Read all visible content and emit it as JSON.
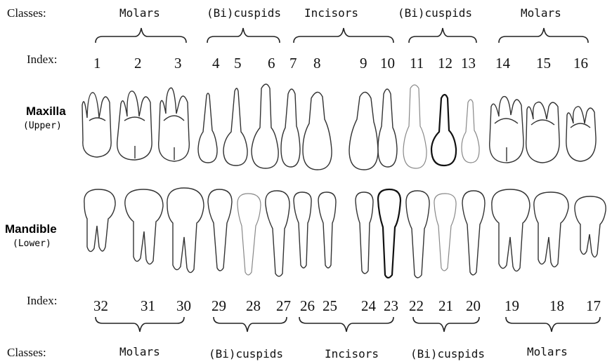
{
  "row_labels": {
    "classes_top": "Classes:",
    "index_top": "Index:",
    "index_bottom": "Index:",
    "classes_bottom": "Classes:"
  },
  "jaws": {
    "upper": {
      "name": "Maxilla",
      "sub": "(Upper)"
    },
    "lower": {
      "name": "Mandible",
      "sub": "(Lower)"
    }
  },
  "upper_classes": [
    "Molars",
    "(Bi)cuspids",
    "Incisors",
    "(Bi)cuspids",
    "Molars"
  ],
  "lower_classes": [
    "Molars",
    "(Bi)cuspids",
    "Incisors",
    "(Bi)cuspids",
    "Molars"
  ],
  "upper_index": [
    "1",
    "2",
    "3",
    "4",
    "5",
    "6",
    "7",
    "8",
    "9",
    "10",
    "11",
    "12",
    "13",
    "14",
    "15",
    "16"
  ],
  "lower_index": [
    "32",
    "31",
    "30",
    "29",
    "28",
    "27",
    "26",
    "25",
    "24",
    "23",
    "22",
    "21",
    "20",
    "19",
    "18",
    "17"
  ],
  "upper_teeth": [
    "molar",
    "molar",
    "molar",
    "premolar",
    "premolar",
    "canine",
    "incisor",
    "incisor",
    "incisor",
    "incisor",
    "canine",
    "premolar",
    "premolar",
    "molar",
    "molar",
    "molar"
  ],
  "lower_teeth": [
    "molar",
    "molar",
    "molar",
    "premolar",
    "premolar",
    "canine",
    "incisor",
    "incisor",
    "incisor",
    "incisor",
    "canine",
    "premolar",
    "premolar",
    "molar",
    "molar",
    "molar"
  ]
}
